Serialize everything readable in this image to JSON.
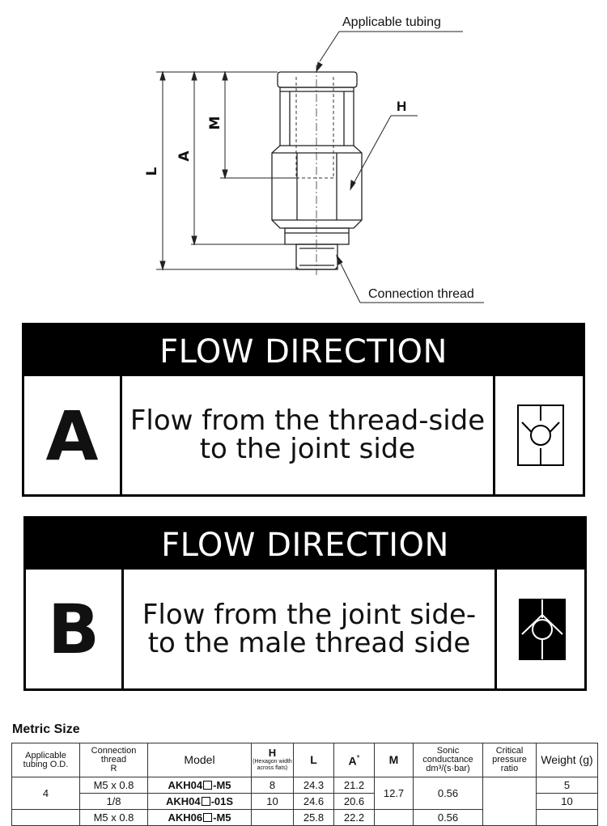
{
  "diagram": {
    "callouts": {
      "tubing": "Applicable tubing",
      "thread": "Connection thread",
      "hex": "H"
    },
    "dims": {
      "L": "L",
      "A": "A",
      "M": "M"
    }
  },
  "flow_a": {
    "title": "FLOW DIRECTION",
    "letter": "A",
    "text": "Flow from the thread-side to the joint side",
    "symbol": "check-valve-outline-icon"
  },
  "flow_b": {
    "title": "FLOW DIRECTION",
    "letter": "B",
    "text": "Flow from the joint side-to the male thread side",
    "symbol": "check-valve-filled-icon"
  },
  "spec": {
    "title": "Metric Size",
    "headers": {
      "tubing": "Applicable tubing O.D.",
      "conn_top": "Connection thread",
      "conn_bottom": "R",
      "model": "Model",
      "h": "H",
      "h_sub": "(Hexagon width across flats)",
      "l": "L",
      "a": "A",
      "a_mark": "*",
      "m": "M",
      "sonic_top": "Sonic conductance",
      "sonic_bottom": "dm³/(s·bar)",
      "critical": "Critical pressure ratio",
      "weight": "Weight (g)"
    },
    "rows": [
      {
        "tubing": "4",
        "thread": "M5 x 0.8",
        "model_prefix": "AKH04",
        "model_suffix": "-M5",
        "h": "8",
        "l": "24.3",
        "a": "21.2",
        "m": "12.7",
        "sonic": "0.56",
        "weight": "5"
      },
      {
        "thread": "1/8",
        "model_prefix": "AKH04",
        "model_suffix": "-01S",
        "h": "10",
        "l": "24.6",
        "a": "20.6",
        "weight": "10"
      },
      {
        "thread": "M5 x 0.8",
        "model_prefix": "AKH06",
        "model_suffix": "-M5",
        "l": "25.8",
        "a": "22.2",
        "sonic": "0.56"
      }
    ]
  }
}
